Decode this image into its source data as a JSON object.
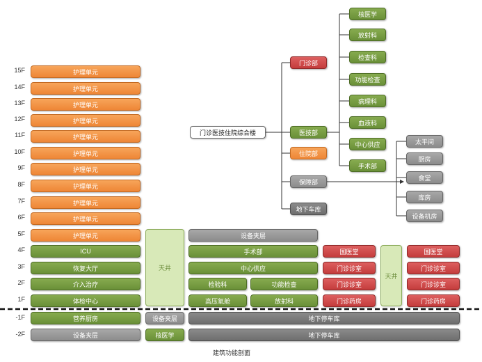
{
  "floors": {
    "f15": "15F",
    "f14": "14F",
    "f13": "13F",
    "f12": "12F",
    "f11": "11F",
    "f10": "10F",
    "f9": "9F",
    "f8": "8F",
    "f7": "7F",
    "f6": "6F",
    "f5": "5F",
    "f4": "4F",
    "f3": "3F",
    "f2": "2F",
    "f1": "1F",
    "b1": "-1F",
    "b2": "-2F"
  },
  "section": {
    "nursing_unit": "护理单元",
    "nursing_unit_f9": "护理单元",
    "icu": "ICU",
    "recovery_hall": "恢复大厅",
    "interventional": "介入治疗",
    "physical_exam": "体检中心",
    "nutrition_kitchen": "营养厨房",
    "equipment_layer_b2": "设备夹层",
    "atrium_left": "天井",
    "equipment_layer_b1": "设备夹层",
    "nuclear_medicine_b2": "核医学",
    "equipment_layer_5f": "设备夹层",
    "surgery": "手术部",
    "central_supply": "中心供应",
    "laboratory": "检验科",
    "function_exam": "功能检查",
    "hyperbaric": "高压氧舱",
    "radiology": "放射科",
    "underground_parking_b1": "地下停车库",
    "underground_parking_b2": "地下停车库",
    "tcm_hall_a": "国医堂",
    "outpatient_a3": "门诊诊室",
    "outpatient_a2": "门诊诊室",
    "pharmacy_a": "门诊药房",
    "atrium_right": "天井",
    "tcm_hall_b": "国医堂",
    "outpatient_b3": "门诊诊室",
    "outpatient_b2": "门诊诊室",
    "pharmacy_b": "门诊药房"
  },
  "tree": {
    "root": "门诊医技住院综合楼",
    "outpatient": "门诊部",
    "medtech": "医技部",
    "inpatient": "住院部",
    "support": "保障部",
    "parking": "地下车库",
    "medtech_children": {
      "nuclear": "核医学",
      "radiology": "放射科",
      "exam": "检查科",
      "function": "功能检查",
      "pathology": "病理科",
      "blood": "血液科",
      "supply": "中心供应",
      "surgery": "手术部"
    },
    "support_children": {
      "morgue": "太平间",
      "kitchen": "厨房",
      "canteen": "食堂",
      "storage": "库房",
      "equipment_room": "设备机房"
    }
  },
  "caption": "建筑功能剖面",
  "colors": {
    "orange": "#ee8636",
    "green": "#6a9038",
    "red": "#c43c3c",
    "gray": "#8c8c8c",
    "dark_gray": "#6e6e6e",
    "light_green": "#d8e9b8"
  }
}
